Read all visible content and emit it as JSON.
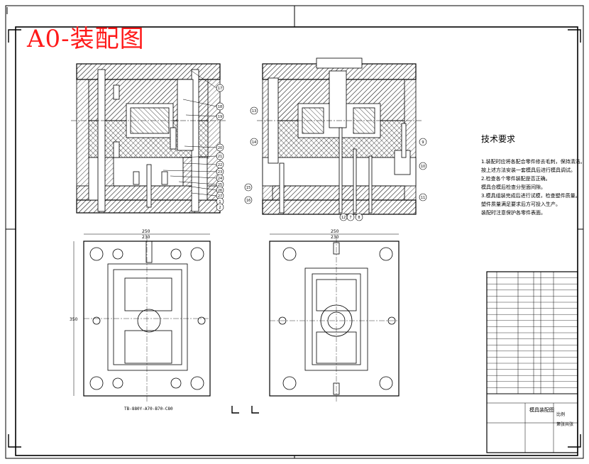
{
  "title": "A0-装配图",
  "tech_requirements": {
    "heading": "技术要求",
    "lines": [
      "1.装配时应将各配合零件修去毛刺，保持清洁。",
      "按上述方法安装一套模具后进行模具调试。",
      "2.检查各个零件装配是否正确。",
      "模具合模后检查分型面间隙。",
      "3.模具组装完成后进行试模，检查塑件质量。",
      "塑件质量满足要求后方可投入生产。",
      "装配时注意保护各零件表面。"
    ]
  },
  "drawing_code": "TB-880Y-A70-B70-C80",
  "dimensions": {
    "plan_left_width": "250",
    "plan_left_inner": "230",
    "plan_right_width": "250",
    "plan_right_inner": "230",
    "plan_height": "350"
  },
  "callouts_left": [
    "17",
    "18",
    "19",
    "20",
    "21",
    "22",
    "23",
    "24",
    "25",
    "26",
    "27",
    "1",
    "2"
  ],
  "callouts_right": [
    "13",
    "14",
    "15",
    "16",
    "9",
    "10",
    "11",
    "12",
    "8",
    "7"
  ],
  "title_block": {
    "drawing_name": "模具装配图",
    "label_scale": "比例",
    "label_sheet": "第张共张"
  },
  "colors": {
    "title": "#ff1a1a",
    "line": "#000000",
    "hatch": "#000000"
  }
}
